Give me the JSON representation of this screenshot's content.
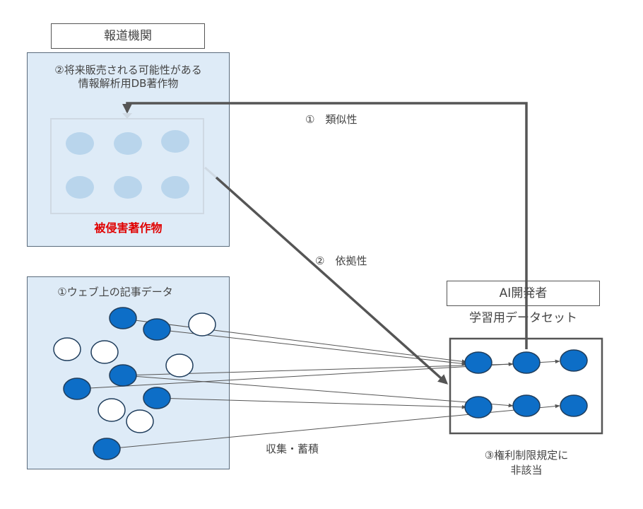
{
  "colors": {
    "panel_fill": "#deebf7",
    "node_blue": "#0d6ec7",
    "node_faded": "#b9d5ec",
    "arrow": "#555555",
    "highlight_red": "#e00000"
  },
  "media": {
    "header_label": "報道機関",
    "db_caption_line1": "②将来販売される可能性がある",
    "db_caption_line2": "情報解析用DB著作物",
    "infringed_label": "被侵害著作物"
  },
  "web": {
    "caption": "①ウェブ上の記事データ"
  },
  "ai": {
    "header_label": "AI開発者",
    "dataset_caption": "学習用データセット",
    "result_line1": "③権利制限規定に",
    "result_line2": "非該当"
  },
  "arrows": {
    "similarity_label": "①　類似性",
    "reliance_label": "②　依拠性",
    "collection_label": "収集・蓄積"
  }
}
